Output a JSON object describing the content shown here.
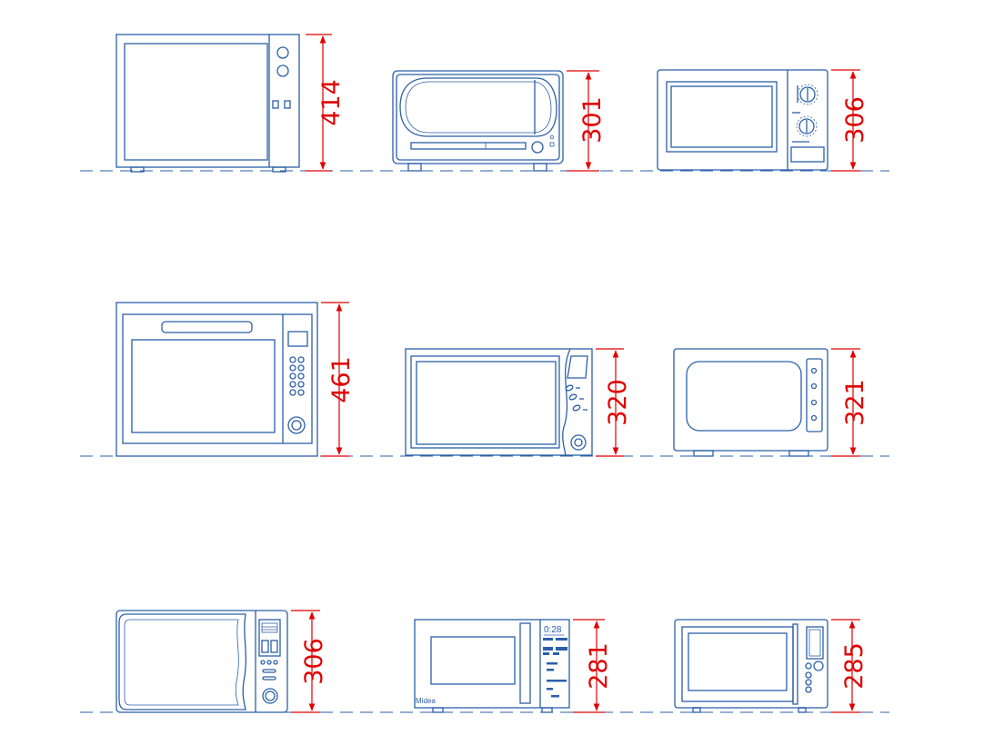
{
  "drawing": {
    "line_color": "#2b5fa8",
    "dimension_color": "#e00000",
    "appliances": [
      {
        "id": "oven-1",
        "height": "414"
      },
      {
        "id": "oven-2",
        "height": "301"
      },
      {
        "id": "oven-3",
        "height": "306"
      },
      {
        "id": "oven-4",
        "height": "461"
      },
      {
        "id": "oven-5",
        "height": "320"
      },
      {
        "id": "oven-6",
        "height": "321"
      },
      {
        "id": "oven-7",
        "height": "306"
      },
      {
        "id": "oven-8",
        "height": "281",
        "brand": "Midea",
        "clock": "0:28"
      },
      {
        "id": "oven-9",
        "height": "285"
      }
    ]
  }
}
